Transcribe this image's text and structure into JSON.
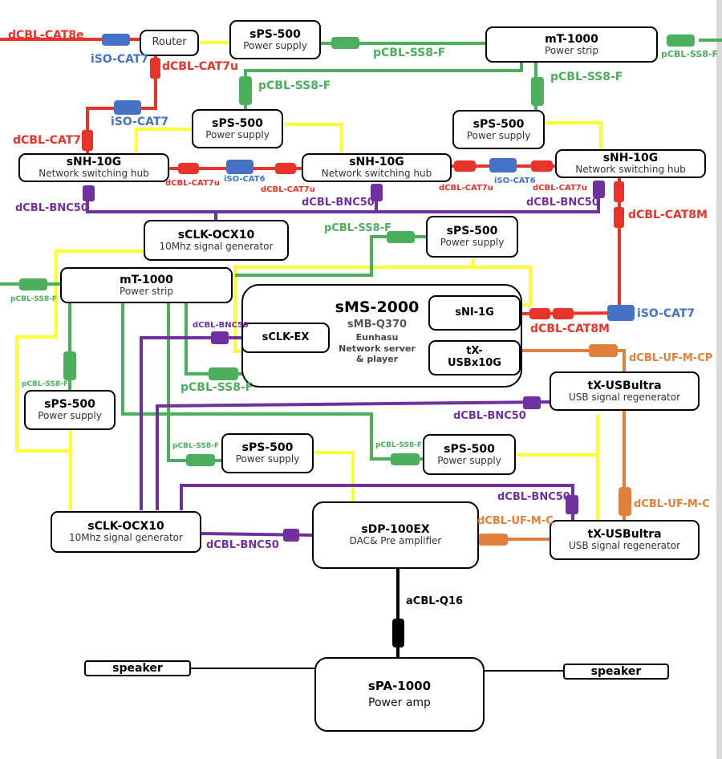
{
  "diagram": {
    "colors": {
      "network_cable": "#e8332a",
      "isolator": "#4472c4",
      "power_cable": "#4caf5c",
      "dc_power": "#ffff33",
      "clock_cable": "#7030a0",
      "usb_cable": "#e0803a",
      "audio_cable": "#000000"
    },
    "devices": {
      "router": {
        "title": "Router"
      },
      "sps_top": {
        "title": "sPS-500",
        "subtitle": "Power supply"
      },
      "mt_top": {
        "title": "mT-1000",
        "subtitle": "Power strip"
      },
      "sps_hub1": {
        "title": "sPS-500",
        "subtitle": "Power supply"
      },
      "sps_hub3": {
        "title": "sPS-500",
        "subtitle": "Power supply"
      },
      "snh1": {
        "title": "sNH-10G",
        "subtitle": "Network switching hub"
      },
      "snh2": {
        "title": "sNH-10G",
        "subtitle": "Network switching hub"
      },
      "snh3": {
        "title": "sNH-10G",
        "subtitle": "Network switching hub"
      },
      "sclk_top": {
        "title": "sCLK-OCX10",
        "subtitle": "10Mhz signal generator"
      },
      "sps_server": {
        "title": "sPS-500",
        "subtitle": "Power supply"
      },
      "mt_mid": {
        "title": "mT-1000",
        "subtitle": "Power strip"
      },
      "sms": {
        "title": "sMS-2000",
        "model": "sMB-Q370",
        "line1": "Eunhasu",
        "line2": "Network server",
        "line3": "& player"
      },
      "sclk_ex": {
        "title": "sCLK-EX"
      },
      "sni": {
        "title": "sNI-1G"
      },
      "tx_usbx": {
        "title": "tX-",
        "title2": "USBx10G"
      },
      "usbultra1": {
        "title": "tX-USBultra",
        "subtitle": "USB signal regenerator"
      },
      "sps_left": {
        "title": "sPS-500",
        "subtitle": "Power supply"
      },
      "sps_mid": {
        "title": "sPS-500",
        "subtitle": "Power supply"
      },
      "sps_right": {
        "title": "sPS-500",
        "subtitle": "Power supply"
      },
      "sclk_bottom": {
        "title": "sCLK-OCX10",
        "subtitle": "10Mhz signal generator"
      },
      "sdp": {
        "title": "sDP-100EX",
        "subtitle": "DAC& Pre amplifier"
      },
      "usbultra2": {
        "title": "tX-USBultra",
        "subtitle": "USB signal regenerator"
      },
      "spa": {
        "title": "sPA-1000",
        "subtitle": "Power amp"
      },
      "speaker_left": {
        "title": "speaker"
      },
      "speaker_right": {
        "title": "speaker"
      }
    },
    "cable_labels": {
      "cat8e": "dCBL-CAT8e",
      "iso_router": "iSO-CAT7",
      "cat7u_router": "dCBL-CAT7u",
      "iso_hub1": "iSO-CAT7",
      "cat7u_hub1": "dCBL-CAT7u",
      "ss8f_top": "pCBL-SS8-F",
      "ss8f_right": "pCBL-SS8-F",
      "ss8f_hub1": "pCBL-SS8-F",
      "ss8f_hub3": "pCBL-SS8-F",
      "cat7u_a": "dCBL-CAT7u",
      "iso_cat6_a": "iSO-CAT6",
      "cat7u_b": "dCBL-CAT7u",
      "cat7u_c": "dCBL-CAT7u",
      "iso_cat6_b": "iSO-CAT6",
      "cat7u_d": "dCBL-CAT7u",
      "bnc_hub1": "dCBL-BNC50",
      "bnc_hub2": "dCBL-BNC50",
      "bnc_hub3": "dCBL-BNC50",
      "cat8m_hub3": "dCBL-CAT8M",
      "ss8f_server": "pCBL-SS8-F",
      "ss8f_mt_mid": "pCBL-SS8-F",
      "bnc_sclkex": "dCBL-BNC50",
      "cat8m_sni": "dCBL-CAT8M",
      "iso_sni": "iSO-CAT7",
      "uf_cp": "dCBL-UF-M-CP",
      "ss8f_left": "pCBL-SS8-F",
      "ss8f_sms": "pCBL-SS8-F",
      "bnc_usb1": "dCBL-BNC50",
      "ss8f_mid": "pCBL-SS8-F",
      "ss8f_right2": "pCBL-SS8-F",
      "bnc_usb2": "dCBL-BNC50",
      "uf_c_right": "dCBL-UF-M-C",
      "uf_c_sdp": "dCBL-UF-M-C",
      "bnc_sdp": "dCBL-BNC50",
      "q16": "aCBL-Q16"
    }
  }
}
